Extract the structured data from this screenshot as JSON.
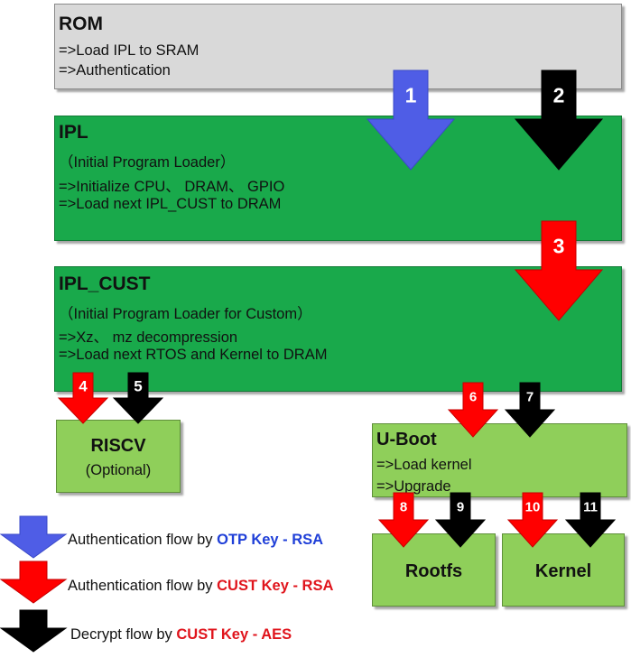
{
  "colors": {
    "blue_arrow": "#4f5de6",
    "red_arrow": "#ff0000",
    "black_arrow": "#000000",
    "otp_text": "#1f3fd8",
    "cust_text": "#e0141c"
  },
  "rom": {
    "title": "ROM",
    "lines": [
      "=>Load IPL to SRAM",
      "=>Authentication"
    ]
  },
  "ipl": {
    "title": "IPL",
    "lines": [
      "（Initial Program Loader）",
      "=>Initialize CPU、 DRAM、 GPIO",
      "=>Load next IPL_CUST to DRAM"
    ]
  },
  "ipl_cust": {
    "title": "IPL_CUST",
    "lines": [
      "（Initial Program Loader for Custom）",
      "=>Xz、 mz decompression",
      "=>Load next RTOS and Kernel to DRAM"
    ]
  },
  "riscv": {
    "title": "RISCV",
    "subtitle": "(Optional)"
  },
  "uboot": {
    "title": "U-Boot",
    "lines": [
      "=>Load kernel",
      "=>Upgrade"
    ]
  },
  "rootfs": {
    "title": "Rootfs"
  },
  "kernel": {
    "title": "Kernel"
  },
  "arrows": [
    {
      "label": "1",
      "color": "blue"
    },
    {
      "label": "2",
      "color": "black"
    },
    {
      "label": "3",
      "color": "red"
    },
    {
      "label": "4",
      "color": "red"
    },
    {
      "label": "5",
      "color": "black"
    },
    {
      "label": "6",
      "color": "red"
    },
    {
      "label": "7",
      "color": "black"
    },
    {
      "label": "8",
      "color": "red"
    },
    {
      "label": "9",
      "color": "black"
    },
    {
      "label": "10",
      "color": "red"
    },
    {
      "label": "11",
      "color": "black"
    }
  ],
  "legend": [
    {
      "prefix": "Authentication flow by ",
      "key": "OTP Key - RSA",
      "color": "blue"
    },
    {
      "prefix": "Authentication flow by ",
      "key": "CUST Key - RSA",
      "color": "red"
    },
    {
      "prefix": "Decrypt flow by ",
      "key": "CUST Key - AES",
      "color": "black"
    }
  ]
}
